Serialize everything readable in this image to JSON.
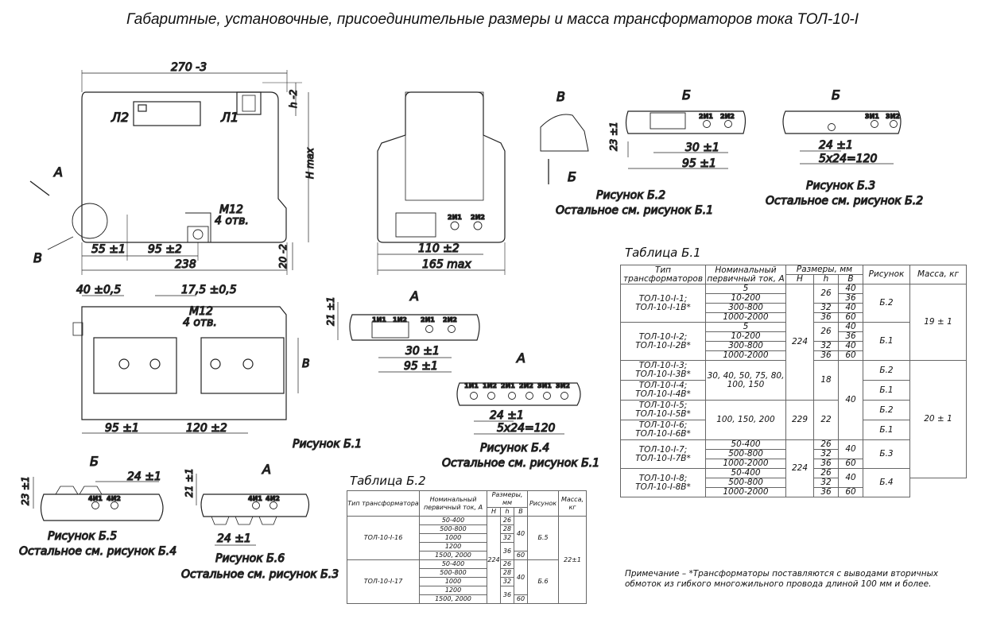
{
  "title": "Габаритные, установочные, присоединительные размеры и масса трансформаторов тока ТОЛ-10-I",
  "figures": {
    "b1_caption": "Рисунок Б.1",
    "b2_caption": "Рисунок Б.2",
    "b2_note": "Остальное см. рисунок Б.1",
    "b3_caption": "Рисунок Б.3",
    "b3_note": "Остальное см. рисунок Б.2",
    "b4_caption": "Рисунок Б.4",
    "b4_note": "Остальное см. рисунок Б.1",
    "b5_caption": "Рисунок Б.5",
    "b5_note": "Остальное см. рисунок Б.4",
    "b6_caption": "Рисунок Б.6",
    "b6_note": "Остальное см. рисунок Б.3"
  },
  "dims": {
    "w270": "270 -3",
    "h2": "h -2",
    "hmax": "H max",
    "m12a": "M12",
    "otv4a": "4 отв.",
    "d55": "55 ±1",
    "d95a": "95 ±2",
    "d238": "238",
    "d20": "20 -2",
    "d110": "110 ±2",
    "d165": "165 max",
    "d40": "40 ±0,5",
    "d175": "17,5 ±0,5",
    "m12b": "M12",
    "otv4b": "4 отв.",
    "d95b": "95 ±1",
    "d120": "120 ±2",
    "b_dim": "B",
    "d23a": "23 ±1",
    "d30a": "30 ±1",
    "d95c": "95 ±1",
    "d24a": "24 ±1",
    "d5x24a": "5x24=120",
    "d21a": "21 ±1",
    "d30b": "30 ±1",
    "d95d": "95 ±1",
    "d24b": "24 ±1",
    "d5x24b": "5x24=120",
    "d23b": "23 ±1",
    "d24c": "24 ±1",
    "d21b": "21 ±1",
    "d24d": "24 ±1"
  },
  "labels": {
    "L1": "Л1",
    "L2": "Л2",
    "A": "А",
    "B": "В",
    "Bv": "Б",
    "t1i1": "1И1",
    "t1i2": "1И2",
    "t2i1": "2И1",
    "t2i2": "2И2",
    "t3i1": "3И1",
    "t3i2": "3И2",
    "t4i1": "4И1",
    "t4i2": "4И2"
  },
  "table1": {
    "caption": "Таблица Б.1",
    "headers": {
      "type": "Тип трансформаторов",
      "current": "Номинальный первичный ток, А",
      "dims": "Размеры, мм",
      "H": "H",
      "h": "h",
      "B": "B",
      "fig": "Рисунок",
      "mass": "Масса, кг"
    },
    "cells": {
      "type1": "ТОЛ-10-I-1; ТОЛ-10-I-1В*",
      "type2": "ТОЛ-10-I-2; ТОЛ-10-I-2В*",
      "type3": "ТОЛ-10-I-3; ТОЛ-10-I-3В*",
      "type4": "ТОЛ-10-I-4; ТОЛ-10-I-4В*",
      "type5": "ТОЛ-10-I-5; ТОЛ-10-I-5В*",
      "type6": "ТОЛ-10-I-6; ТОЛ-10-I-6В*",
      "type7": "ТОЛ-10-I-7; ТОЛ-10-I-7В*",
      "type8": "ТОЛ-10-I-8; ТОЛ-10-I-8В*",
      "c5": "5",
      "c10_200": "10-200",
      "c300_800": "300-800",
      "c1000_2000": "1000-2000",
      "c30_150": "30, 40, 50, 75, 80, 100, 150",
      "c100_200": "100, 150, 200",
      "c50_400": "50-400",
      "c500_800": "500-800",
      "H224": "224",
      "H229": "229",
      "h26": "26",
      "h32": "32",
      "h36": "36",
      "h18": "18",
      "h22": "22",
      "B40": "40",
      "B36": "36",
      "B60": "60",
      "fB2": "Б.2",
      "fB1": "Б.1",
      "fB3": "Б.3",
      "fB4": "Б.4",
      "m19": "19 ± 1",
      "m20": "20 ± 1"
    }
  },
  "table2": {
    "caption": "Таблица Б.2",
    "headers": {
      "type": "Тип трансформатора",
      "current": "Номинальный первичный ток, А",
      "dims": "Размеры, мм",
      "H": "H",
      "h": "h",
      "B": "B",
      "fig": "Рисунок",
      "mass": "Масса, кг"
    },
    "cells": {
      "type16": "ТОЛ-10-I-16",
      "type17": "ТОЛ-10-I-17",
      "c50_400": "50-400",
      "c500_800": "500-800",
      "c1000": "1000",
      "c1200": "1200",
      "c1500_2000": "1500, 2000",
      "H224": "224",
      "h26": "26",
      "h28": "28",
      "h32": "32",
      "h36": "36",
      "B40": "40",
      "B60": "60",
      "fB5": "Б.5",
      "fB6": "Б.6",
      "m22": "22±1"
    }
  },
  "note": "Примечание – *Трансформаторы поставляются с выводами вторичных обмоток из гибкого многожильного провода длиной 100 мм и более."
}
